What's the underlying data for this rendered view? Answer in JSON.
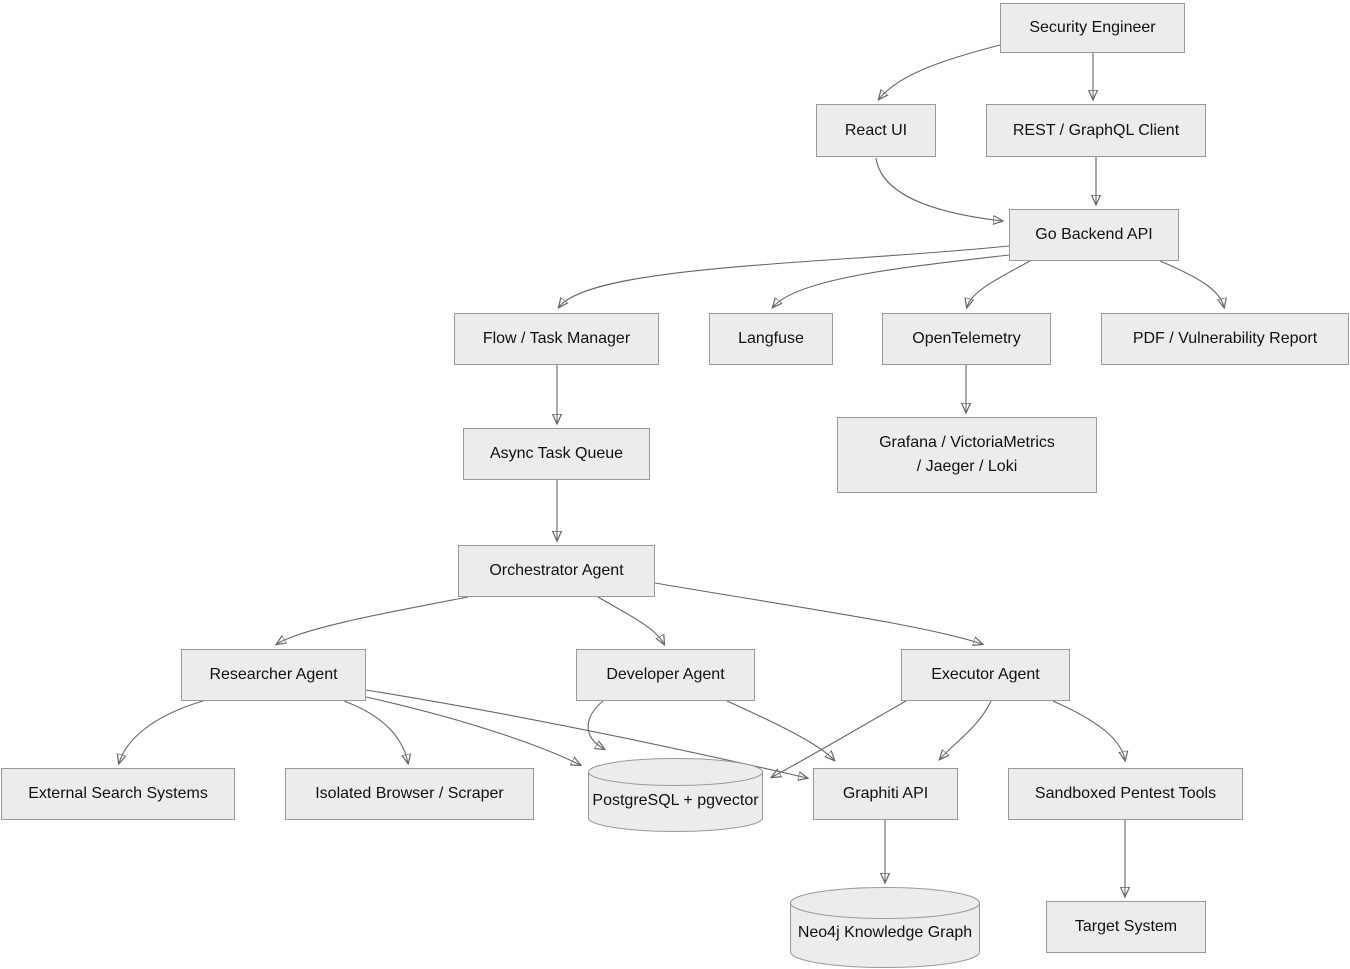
{
  "diagram": {
    "type": "flowchart",
    "direction": "top-down",
    "colors": {
      "background": "#ffffff",
      "node_fill": "#ececec",
      "node_border": "#999999",
      "edge_line": "#666666",
      "arrowhead": "#4d4d4d",
      "text": "#111111"
    },
    "nodes": {
      "security_engineer": {
        "label": "Security Engineer",
        "shape": "rect"
      },
      "react_ui": {
        "label": "React UI",
        "shape": "rect"
      },
      "rest_graphql_client": {
        "label": "REST / GraphQL Client",
        "shape": "rect"
      },
      "go_backend_api": {
        "label": "Go Backend API",
        "shape": "rect"
      },
      "flow_task_manager": {
        "label": "Flow / Task Manager",
        "shape": "rect"
      },
      "langfuse": {
        "label": "Langfuse",
        "shape": "rect"
      },
      "opentelemetry": {
        "label": "OpenTelemetry",
        "shape": "rect"
      },
      "pdf_vulnerability_report": {
        "label": "PDF / Vulnerability Report",
        "shape": "rect"
      },
      "async_task_queue": {
        "label": "Async Task Queue",
        "shape": "rect"
      },
      "grafana_stack": {
        "label_line1": "Grafana / VictoriaMetrics",
        "label_line2": "/ Jaeger / Loki",
        "shape": "rect"
      },
      "orchestrator_agent": {
        "label": "Orchestrator Agent",
        "shape": "rect"
      },
      "researcher_agent": {
        "label": "Researcher Agent",
        "shape": "rect"
      },
      "developer_agent": {
        "label": "Developer Agent",
        "shape": "rect"
      },
      "executor_agent": {
        "label": "Executor Agent",
        "shape": "rect"
      },
      "external_search_systems": {
        "label": "External Search Systems",
        "shape": "rect"
      },
      "isolated_browser_scraper": {
        "label": "Isolated Browser / Scraper",
        "shape": "rect"
      },
      "postgresql_pgvector": {
        "label": "PostgreSQL + pgvector",
        "shape": "cylinder"
      },
      "graphiti_api": {
        "label": "Graphiti API",
        "shape": "rect"
      },
      "sandboxed_pentest_tools": {
        "label": "Sandboxed Pentest Tools",
        "shape": "rect"
      },
      "neo4j_knowledge_graph": {
        "label": "Neo4j Knowledge Graph",
        "shape": "cylinder"
      },
      "target_system": {
        "label": "Target System",
        "shape": "rect"
      }
    },
    "edges": [
      {
        "from": "security_engineer",
        "to": "react_ui"
      },
      {
        "from": "security_engineer",
        "to": "rest_graphql_client"
      },
      {
        "from": "react_ui",
        "to": "go_backend_api"
      },
      {
        "from": "rest_graphql_client",
        "to": "go_backend_api"
      },
      {
        "from": "go_backend_api",
        "to": "flow_task_manager"
      },
      {
        "from": "go_backend_api",
        "to": "langfuse"
      },
      {
        "from": "go_backend_api",
        "to": "opentelemetry"
      },
      {
        "from": "go_backend_api",
        "to": "pdf_vulnerability_report"
      },
      {
        "from": "opentelemetry",
        "to": "grafana_stack"
      },
      {
        "from": "flow_task_manager",
        "to": "async_task_queue"
      },
      {
        "from": "async_task_queue",
        "to": "orchestrator_agent"
      },
      {
        "from": "orchestrator_agent",
        "to": "researcher_agent"
      },
      {
        "from": "orchestrator_agent",
        "to": "developer_agent"
      },
      {
        "from": "orchestrator_agent",
        "to": "executor_agent"
      },
      {
        "from": "researcher_agent",
        "to": "external_search_systems"
      },
      {
        "from": "researcher_agent",
        "to": "isolated_browser_scraper"
      },
      {
        "from": "researcher_agent",
        "to": "postgresql_pgvector"
      },
      {
        "from": "researcher_agent",
        "to": "graphiti_api"
      },
      {
        "from": "developer_agent",
        "to": "postgresql_pgvector"
      },
      {
        "from": "developer_agent",
        "to": "graphiti_api"
      },
      {
        "from": "executor_agent",
        "to": "postgresql_pgvector"
      },
      {
        "from": "executor_agent",
        "to": "graphiti_api"
      },
      {
        "from": "executor_agent",
        "to": "sandboxed_pentest_tools"
      },
      {
        "from": "graphiti_api",
        "to": "neo4j_knowledge_graph"
      },
      {
        "from": "sandboxed_pentest_tools",
        "to": "target_system"
      }
    ]
  }
}
